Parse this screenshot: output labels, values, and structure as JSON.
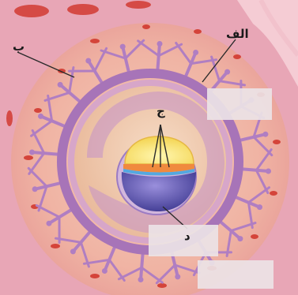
{
  "labels": {
    "alef": "الف",
    "be": "ب",
    "jim": "ج",
    "dal": "د"
  },
  "colors": {
    "background_tissue": "#e7a3b4",
    "endometrium_pink": "#f1b7a9",
    "trophoblast_purple": "#a978b8",
    "cavity_cream": "#efc7a6",
    "yolk_sac_blue": "#6f63b8",
    "embryo_disc_yellow": "#f6e27a",
    "blood_red": "#d44a3a"
  }
}
